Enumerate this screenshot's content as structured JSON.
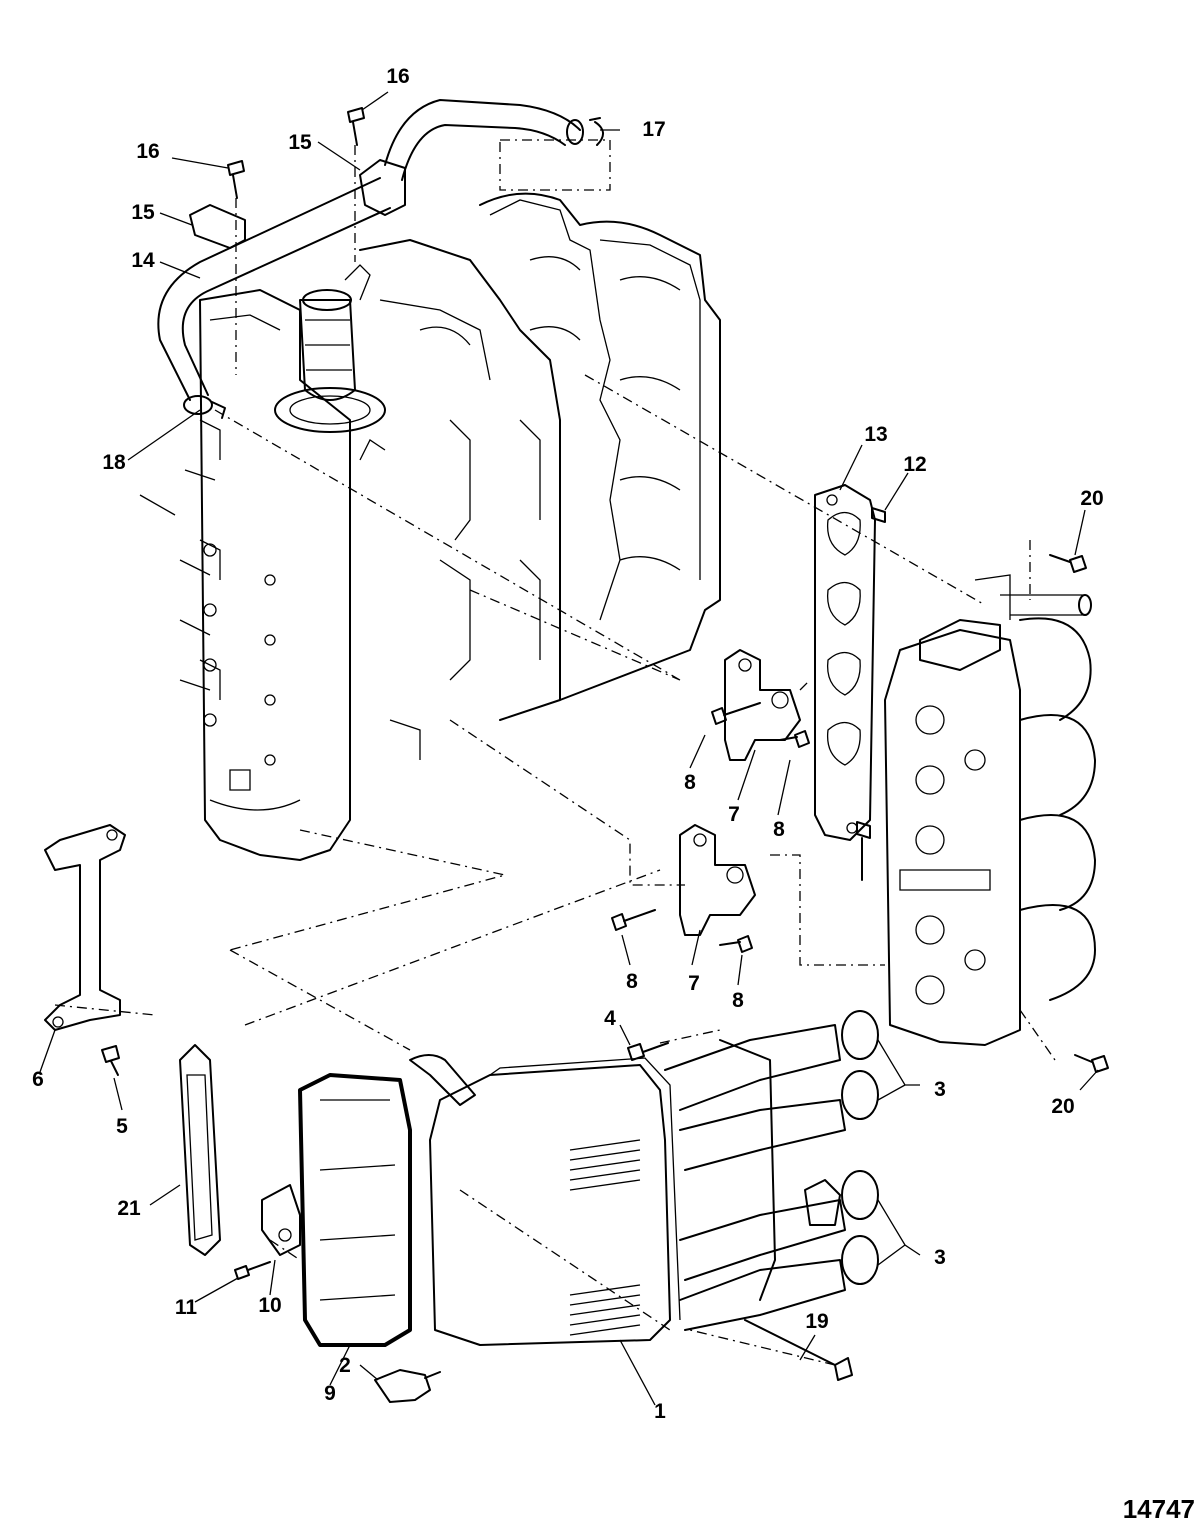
{
  "diagram": {
    "figure_number": "14747",
    "callouts": [
      "1",
      "2",
      "3",
      "3",
      "4",
      "5",
      "6",
      "7",
      "7",
      "8",
      "8",
      "8",
      "8",
      "9",
      "10",
      "11",
      "12",
      "13",
      "14",
      "15",
      "15",
      "16",
      "16",
      "17",
      "18",
      "19",
      "20",
      "20",
      "21"
    ]
  }
}
